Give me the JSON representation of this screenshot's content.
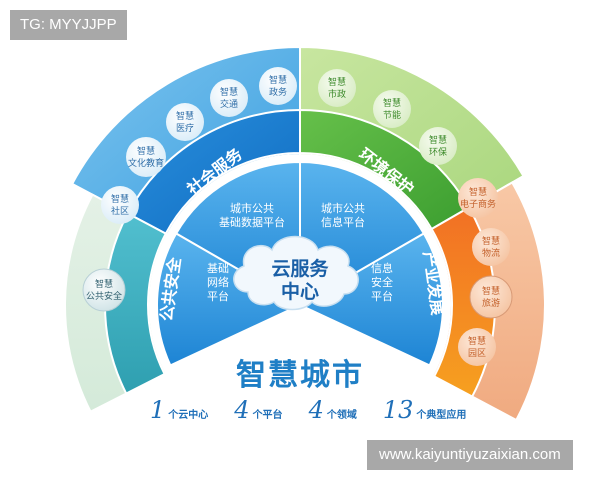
{
  "watermarks": {
    "top_left": "TG: MYYJJPP",
    "bottom_right": "www.kaiyuntiyuzaixian.com"
  },
  "center": {
    "title_line1": "云服务",
    "title_line2": "中心"
  },
  "platforms": [
    {
      "label_line1": "城市公共",
      "label_line2": "基础数据平台"
    },
    {
      "label_line1": "城市公共",
      "label_line2": "信息平台"
    },
    {
      "label_line1": "基础",
      "label_line2": "网络",
      "label_line3": "平台"
    },
    {
      "label_line1": "信息",
      "label_line2": "安全",
      "label_line3": "平台"
    }
  ],
  "domains": [
    {
      "name": "社会服务",
      "color": "#1a7fd0"
    },
    {
      "name": "环境保护",
      "color": "#4cae3a"
    },
    {
      "name": "公共安全",
      "color": "#3aaec0"
    },
    {
      "name": "产业发展",
      "color": "#f07a22"
    }
  ],
  "applications": {
    "social": [
      {
        "line1": "智慧",
        "line2": "社区"
      },
      {
        "line1": "智慧",
        "line2": "文化教育"
      },
      {
        "line1": "智慧",
        "line2": "医疗"
      },
      {
        "line1": "智慧",
        "line2": "交通"
      },
      {
        "line1": "智慧",
        "line2": "政务"
      }
    ],
    "environment": [
      {
        "line1": "智慧",
        "line2": "市政"
      },
      {
        "line1": "智慧",
        "line2": "节能"
      },
      {
        "line1": "智慧",
        "line2": "环保"
      }
    ],
    "safety": [
      {
        "line1": "智慧",
        "line2": "公共安全"
      }
    ],
    "industry": [
      {
        "line1": "智慧",
        "line2": "电子商务"
      },
      {
        "line1": "智慧",
        "line2": "物流"
      },
      {
        "line1": "智慧",
        "line2": "旅游"
      },
      {
        "line1": "智慧",
        "line2": "园区"
      }
    ]
  },
  "footer": {
    "title": "智慧城市",
    "stats": [
      {
        "num": "1",
        "label": "个云中心"
      },
      {
        "num": "4",
        "label": "个平台"
      },
      {
        "num": "4",
        "label": "个领域"
      },
      {
        "num": "13",
        "label": "个典型应用"
      }
    ]
  }
}
